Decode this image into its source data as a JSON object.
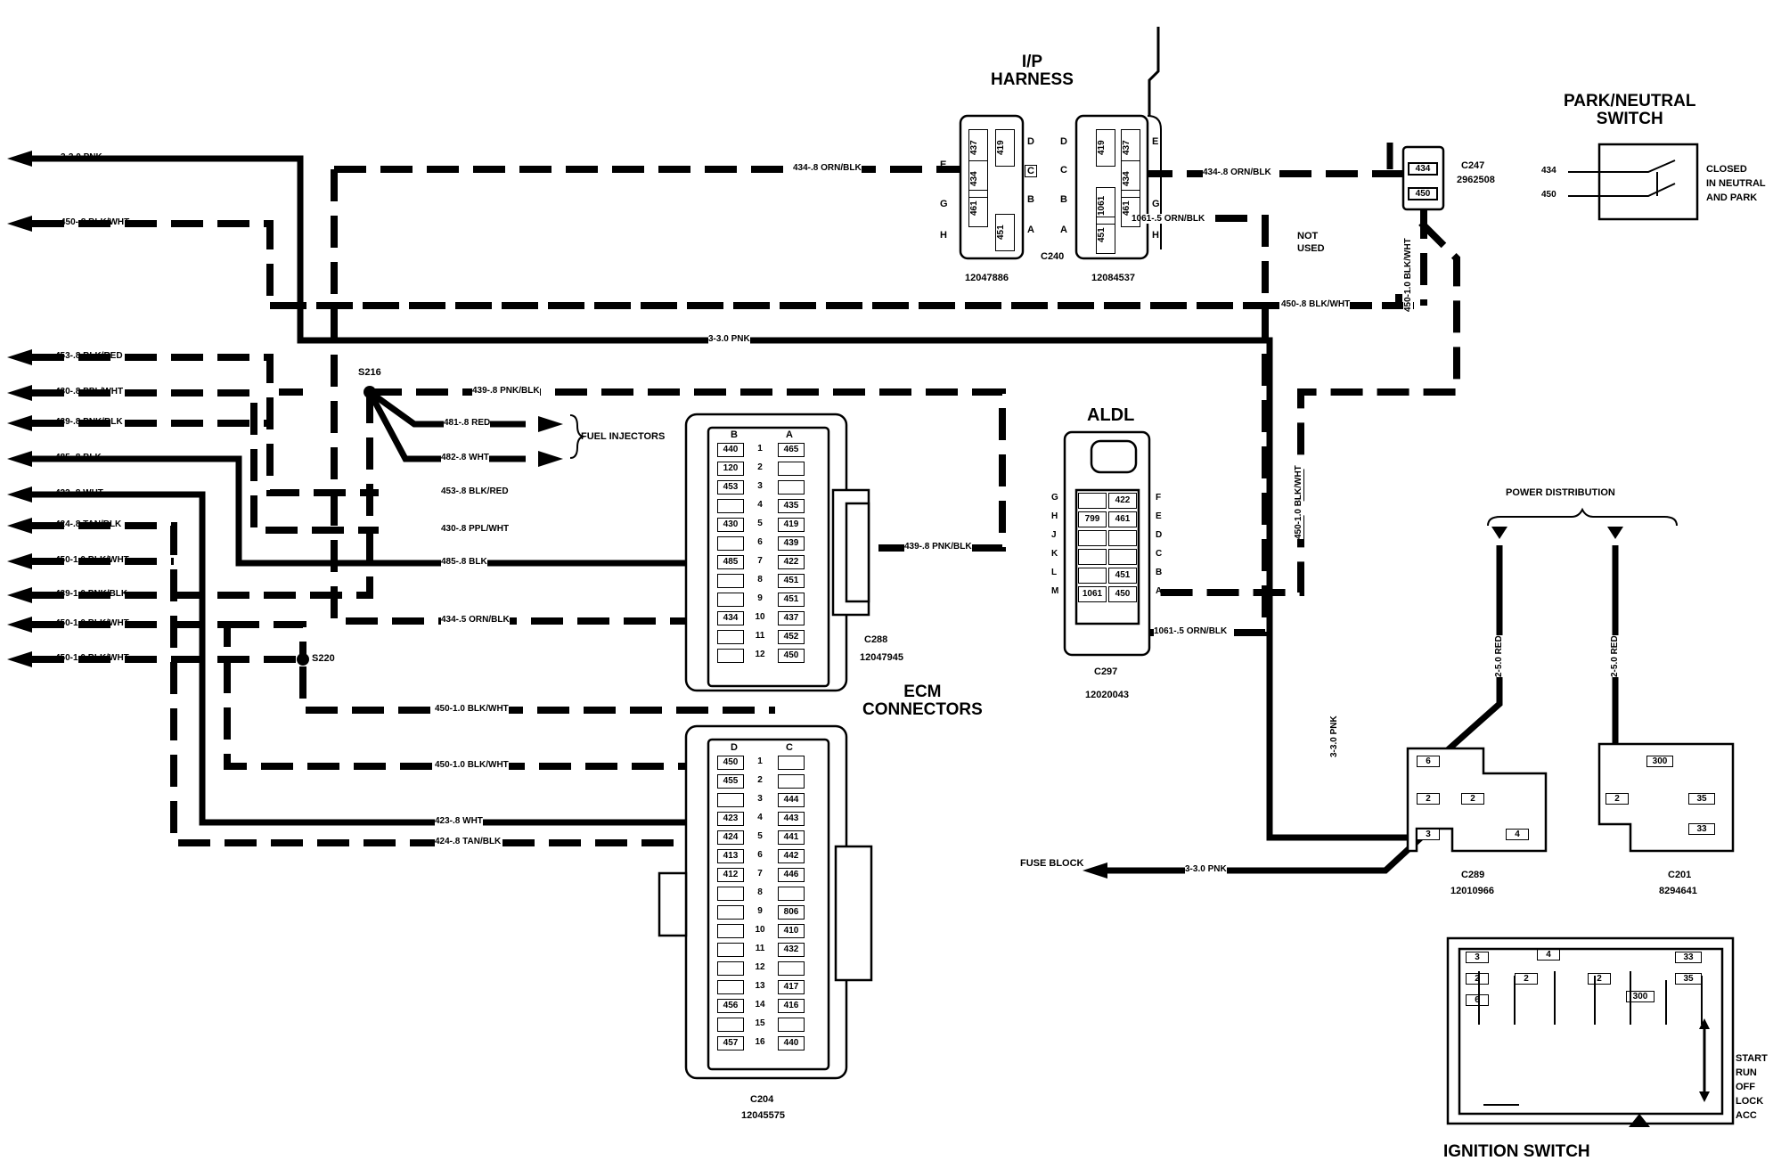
{
  "titles": {
    "ip_harness": [
      "I/P",
      "HARNESS"
    ],
    "park_neutral": [
      "PARK/NEUTRAL",
      "SWITCH"
    ],
    "aldl": "ALDL",
    "ecm": [
      "ECM",
      "CONNECTORS"
    ],
    "ignition": "IGNITION SWITCH",
    "power_distribution": "POWER DISTRIBUTION",
    "fuel_injectors": "FUEL INJECTORS",
    "fuse_block": "FUSE BLOCK",
    "not_used": [
      "NOT",
      "USED"
    ],
    "closed": [
      "CLOSED",
      "IN NEUTRAL",
      "AND PARK"
    ]
  },
  "connector_ids": {
    "c240": "C240",
    "c240_part_a": "12047886",
    "c240_part_b": "12084537",
    "c247": "C247",
    "c247_part": "2962508",
    "c288": "C288",
    "c288_part": "12047945",
    "c204": "C204",
    "c204_part": "12045575",
    "c297": "C297",
    "c297_part": "12020043",
    "c289": "C289",
    "c289_part": "12010966",
    "c201": "C201",
    "c201_part": "8294641",
    "s216": "S216",
    "s220": "S220"
  },
  "left_wires": [
    "3-3.0 PNK",
    "450-.8 BLK/WHT",
    "453-.8 BLK/RED",
    "430-.8 PPL/WHT",
    "439-.8 PNK/BLK",
    "485-.8 BLK",
    "423-.8 WHT",
    "424-.8 TAN/BLK",
    "450-1.0 BLK/WHT",
    "439-1.0 PNK/BLK",
    "450-1.0 BLK/WHT",
    "450-1.0 BLK/WHT"
  ],
  "mid_wires": {
    "w434_top": "434-.8 ORN/BLK",
    "w434_right": "434-.8 ORN/BLK",
    "w1061": "1061-.5 ORN/BLK",
    "w450_mid": "450-.8 BLK/WHT",
    "w3_mid": "3-3.0 PNK",
    "w450_vert": "450-1.0 BLK/WHT",
    "w450_vert2": "450-1.0 BLK/WHT",
    "w439": "439-.8 PNK/BLK",
    "w481": "481-.8 RED",
    "w482": "482-.8 WHT",
    "w453": "453-.8 BLK/RED",
    "w430": "430-.8 PPL/WHT",
    "w439_right": "439-.8 PNK/BLK",
    "w485": "485-.8 BLK",
    "w434_low": "434-.5 ORN/BLK",
    "w450_low": "450-1.0 BLK/WHT",
    "w450_c204": "450-1.0 BLK/WHT",
    "w423": "423-.8 WHT",
    "w424": "424-.8 TAN/BLK",
    "w1061_low": "1061-.5 ORN/BLK",
    "w3_vert": "3-3.0 PNK",
    "w2_red_a": "2-5.0 RED",
    "w2_red_b": "2-5.0 RED",
    "w3_fuse": "3-3.0 PNK"
  },
  "park_switch": {
    "pin_a": "434",
    "pin_b": "450"
  },
  "c240_letters": {
    "left_a": [
      "E",
      "G",
      "H"
    ],
    "left_b": [
      "D",
      "C",
      "B",
      "A"
    ],
    "right_a": [
      "D",
      "C",
      "B",
      "A"
    ],
    "right_b": [
      "E",
      "G",
      "H"
    ]
  },
  "c240_pins": {
    "a": [
      "437",
      "434",
      "461",
      "419",
      "451"
    ],
    "b": [
      "419",
      "437",
      "434",
      "1061",
      "461",
      "451"
    ]
  },
  "c247_pins": [
    "434",
    "450"
  ],
  "c288": {
    "col_b": "B",
    "col_a": "A",
    "rows": [
      "1",
      "2",
      "3",
      "4",
      "5",
      "6",
      "7",
      "8",
      "9",
      "10",
      "11",
      "12"
    ],
    "b_pins": [
      "440",
      "120",
      "453",
      "",
      "430",
      "",
      "485",
      "",
      "",
      "434",
      "",
      ""
    ],
    "a_pins": [
      "465",
      "",
      "",
      "435",
      "419",
      "439",
      "422",
      "451",
      "451",
      "437",
      "452",
      "450"
    ]
  },
  "c204": {
    "col_d": "D",
    "col_c": "C",
    "rows": [
      "1",
      "2",
      "3",
      "4",
      "5",
      "6",
      "7",
      "8",
      "9",
      "10",
      "11",
      "12",
      "13",
      "14",
      "15",
      "16"
    ],
    "d_pins": [
      "450",
      "455",
      "",
      "423",
      "424",
      "413",
      "412",
      "",
      "",
      "",
      "",
      "",
      "",
      "456",
      "",
      "457"
    ],
    "c_pins": [
      "",
      "",
      "444",
      "443",
      "441",
      "442",
      "446",
      "",
      "806",
      "410",
      "432",
      "",
      "417",
      "416",
      "",
      "440"
    ]
  },
  "aldl": {
    "left_letters": [
      "G",
      "H",
      "J",
      "K",
      "L",
      "M"
    ],
    "right_letters": [
      "F",
      "E",
      "D",
      "C",
      "B",
      "A"
    ],
    "pins": {
      "r0c1": "422",
      "r1c0": "799",
      "r1c1": "461",
      "r4c1": "451",
      "r5c0": "1061",
      "r5c1": "450"
    }
  },
  "c289_pins": [
    "6",
    "2",
    "2",
    "3",
    "4"
  ],
  "c201_pins": [
    "300",
    "2",
    "35",
    "33"
  ],
  "ign_pins": [
    "3",
    "4",
    "33",
    "2",
    "2",
    "2",
    "35",
    "6",
    "300"
  ],
  "ign_positions": [
    "START",
    "RUN",
    "OFF",
    "LOCK",
    "ACC"
  ]
}
